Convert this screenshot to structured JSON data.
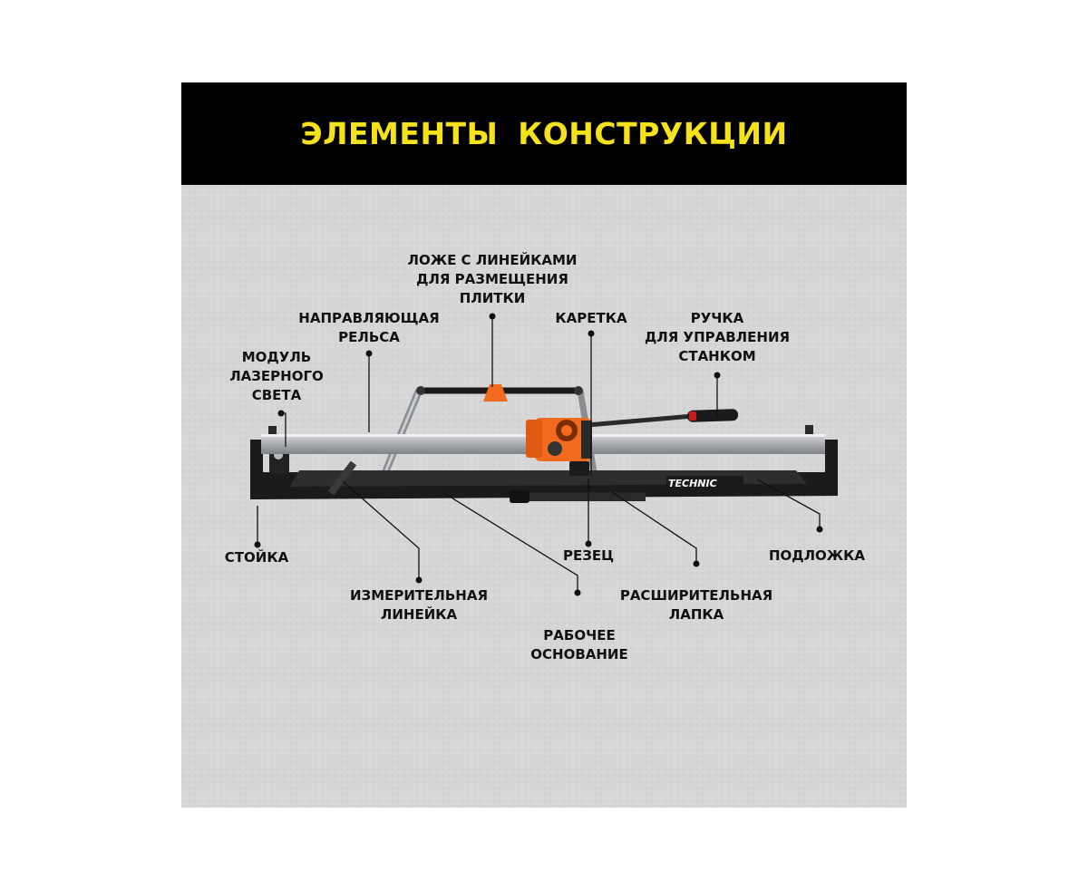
{
  "header": {
    "title": "ЭЛЕМЕНТЫ  КОНСТРУКЦИИ"
  },
  "brand": "TECHNIC",
  "colors": {
    "header_bg": "#000000",
    "title": "#f5e21a",
    "background": "#d6d6d6",
    "carriage": "#f26a1f",
    "base": "#1c1c1c",
    "rail": "#b4b8bc"
  },
  "labels": {
    "bed": "ЛОЖЕ С ЛИНЕЙКАМИ\nДЛЯ РАЗМЕЩЕНИЯ\nПЛИТКИ",
    "rail": "НАПРАВЛЯЮЩАЯ\nРЕЛЬСА",
    "carriage": "КАРЕТКА",
    "handle": "РУЧКА\nДЛЯ УПРАВЛЕНИЯ\nСТАНКОМ",
    "laser": "МОДУЛЬ\nЛАЗЕРНОГО\nСВЕТА",
    "stand": "СТОЙКА",
    "cutter": "РЕЗЕЦ",
    "backing": "ПОДЛОЖКА",
    "ruler": "ИЗМЕРИТЕЛЬНАЯ\nЛИНЕЙКА",
    "extension": "РАСШИРИТЕЛЬНАЯ\nЛАПКА",
    "base": "РАБОЧЕЕ\nОСНОВАНИЕ"
  }
}
